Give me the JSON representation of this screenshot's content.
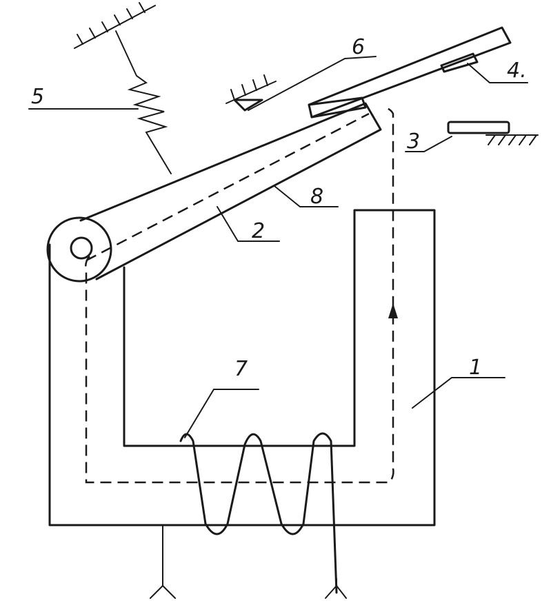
{
  "labels": {
    "n1": "1",
    "n2": "2",
    "n3": "3",
    "n4": "4.",
    "n5": "5",
    "n6": "6",
    "n7": "7",
    "n8": "8"
  },
  "colors": {
    "ink": "#1a1a1a",
    "background": "#ffffff"
  }
}
